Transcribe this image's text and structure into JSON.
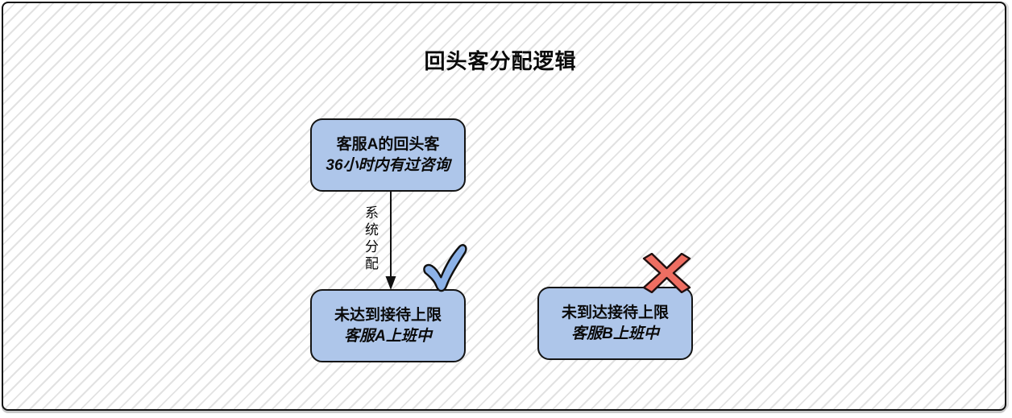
{
  "diagram": {
    "title": "回头客分配逻辑",
    "top_node": {
      "line1": "客服A的回头客",
      "line2": "36小时内有过咨询"
    },
    "arrow": {
      "label": "系统分配",
      "direction": "down"
    },
    "left_node": {
      "line1": "未达到接待上限",
      "line2": "客服A上班中",
      "mark": "check"
    },
    "right_node": {
      "line1": "未到达接待上限",
      "line2": "客服B上班中",
      "mark": "cross"
    },
    "colors": {
      "node_fill": "#aec6ea",
      "node_border": "#141414",
      "check_fill": "#8cb2e8",
      "check_outline": "#111111",
      "cross_fill": "#ee6e62",
      "cross_outline": "#201010",
      "hatch_line": "#e2e2e2",
      "frame_border": "#111111",
      "background": "#ffffff"
    }
  }
}
